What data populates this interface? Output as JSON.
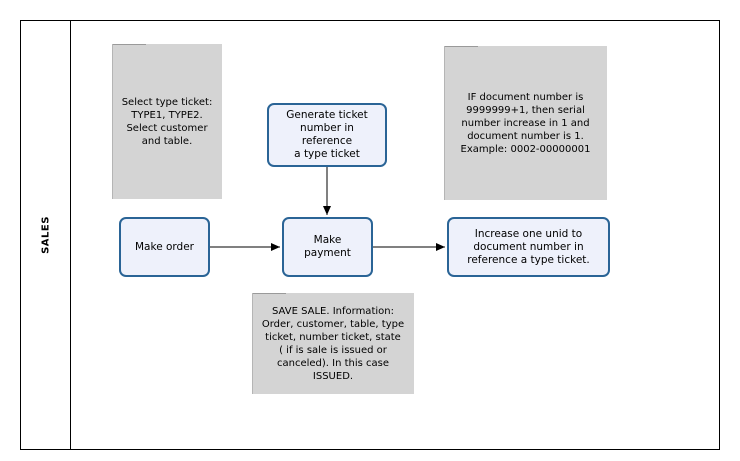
{
  "lane": {
    "title": "SALES"
  },
  "notes": {
    "select_type": "Select type ticket:\nTYPE1, TYPE2.\nSelect customer\nand table.",
    "document_number": "IF document number is\n9999999+1, then serial\nnumber increase in 1 and\ndocument number is  1.\nExample: 0002-00000001",
    "save_sale": "SAVE SALE. Information:\nOrder, customer, table,  type\nticket, number ticket,  state\n( if is  sale is issued or\ncanceled). In this case\nISSUED."
  },
  "tasks": {
    "generate_ticket": "Generate  ticket\nnumber in reference\na type ticket",
    "make_order": "Make order",
    "make_payment": "Make payment",
    "increase_unit": "Increase one unid to\ndocument number in\nreference a type ticket."
  },
  "colors": {
    "task_border": "#2a6496",
    "task_fill": "#eef1fb",
    "note_fill": "#d4d4d4",
    "line": "#000000"
  }
}
